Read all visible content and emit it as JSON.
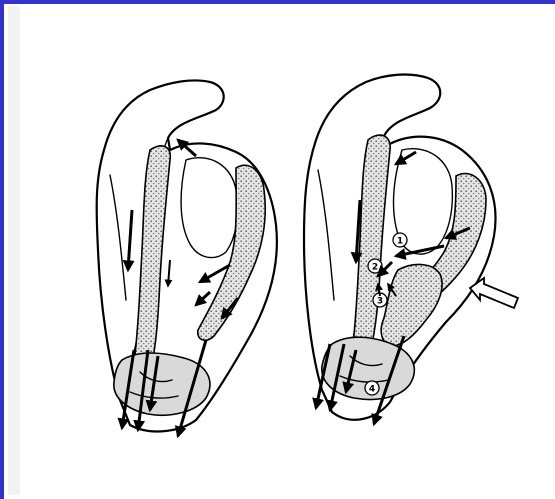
{
  "colors": {
    "border": "#3333cc",
    "ink": "#000000",
    "background": "#ffffff"
  },
  "figure": {
    "left_hand": {
      "icon": "hand-bone-force-diagram"
    },
    "right_hand": {
      "icon": "hand-bone-force-diagram",
      "markers": [
        "1",
        "2",
        "3",
        "4"
      ]
    },
    "pointer": {
      "icon": "hollow-arrow-icon"
    }
  }
}
